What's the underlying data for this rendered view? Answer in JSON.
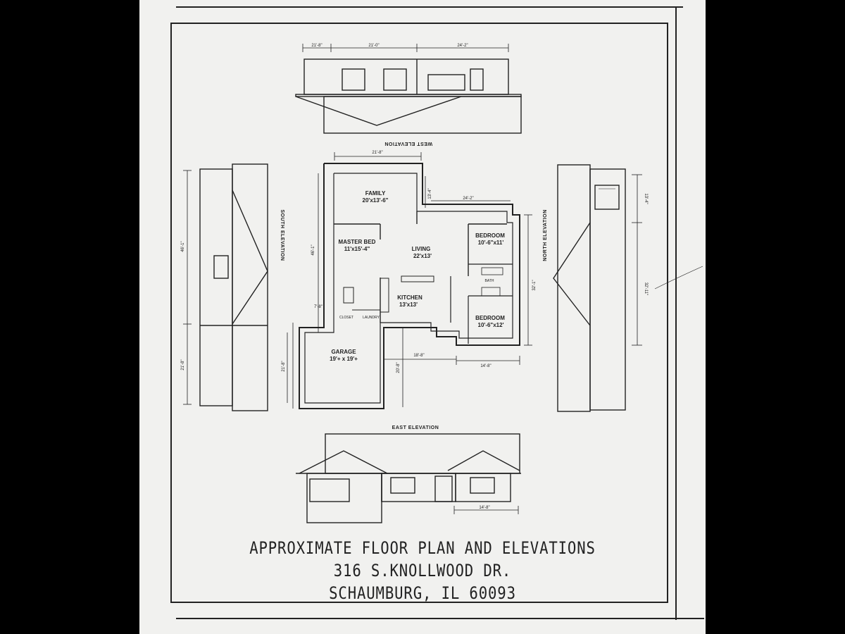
{
  "title": {
    "line1": "APPROXIMATE FLOOR PLAN AND ELEVATIONS",
    "line2": "316 S.KNOLLWOOD DR.",
    "line3": "SCHAUMBURG, IL 60093"
  },
  "elevations": {
    "west": "WEST ELEVATION",
    "south": "SOUTH ELEVATION",
    "north": "NORTH ELEVATION",
    "east": "EAST ELEVATION"
  },
  "rooms": {
    "family": {
      "name": "FAMILY",
      "size": "20'x13'-6\""
    },
    "master": {
      "name": "MASTER BED",
      "size": "11'x15'-4\""
    },
    "living": {
      "name": "LIVING",
      "size": "22'x13'"
    },
    "kitchen": {
      "name": "KITCHEN",
      "size": "13'x13'"
    },
    "bedroom1": {
      "name": "BEDROOM",
      "size": "10'-6\"x11'"
    },
    "bedroom2": {
      "name": "BEDROOM",
      "size": "10'-6\"x12'"
    },
    "garage": {
      "name": "GARAGE",
      "size": "19'+ x 19'+"
    },
    "closet": "CLOSET",
    "laundry": "LAUNDRY",
    "bath": "BATH"
  },
  "dimensions": {
    "plan_top": "21'-8\"",
    "plan_right_top": "24'-2\"",
    "step": "13'-4\"",
    "plan_left": "46'-1\"",
    "plan_right": "32'-1\"",
    "bottom_mid": "18'-8\"",
    "bottom_right": "14'-8\"",
    "garage_left": "21'-8\"",
    "garage_bottom": "20'-8\"",
    "small_left": "7'-8\"",
    "west_a": "21'-8\"",
    "west_b": "21'-0\"",
    "west_c": "24'-2\"",
    "south_a": "46'-1\"",
    "south_b": "21'-8\"",
    "north_a": "13'-4\"",
    "north_b": "32'-11\"",
    "east_a": "14'-8\""
  }
}
